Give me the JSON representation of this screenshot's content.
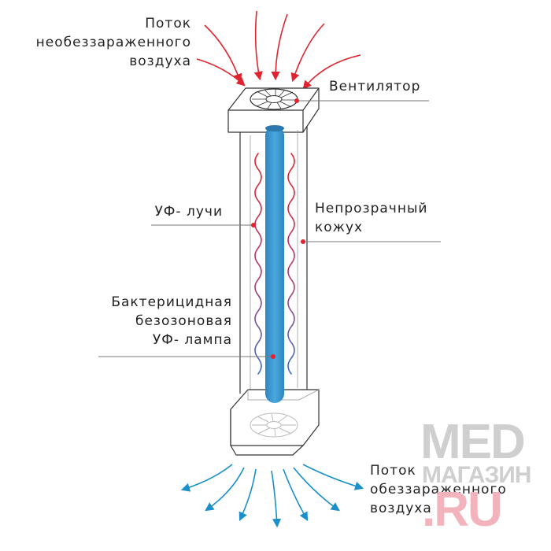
{
  "labels": {
    "inflow": [
      "Поток",
      "необеззараженного",
      "воздуха"
    ],
    "fan": "Вентилятор",
    "uv_rays": "УФ- лучи",
    "casing": [
      "Непрозрачный",
      "кожух"
    ],
    "lamp": [
      "Бактерицидная",
      "безозоновая",
      "УФ- лампа"
    ],
    "outflow": [
      "Поток",
      "обеззараженного",
      "воздуха"
    ]
  },
  "watermark": {
    "line1": "MED",
    "line2": "МАГАЗИН",
    "dot": ".",
    "line3": "RU"
  },
  "colors": {
    "inflow_arrows": "#e0242f",
    "outflow_arrows": "#1a8fc9",
    "lamp": "#3a97cf",
    "rays_top": "#e0242f",
    "rays_bottom": "#3a6fc0",
    "leader_lines": "#777777",
    "casing_outline": "#333333",
    "watermark_gray": "#cfcfcf",
    "watermark_red": "#f2b3bd"
  }
}
